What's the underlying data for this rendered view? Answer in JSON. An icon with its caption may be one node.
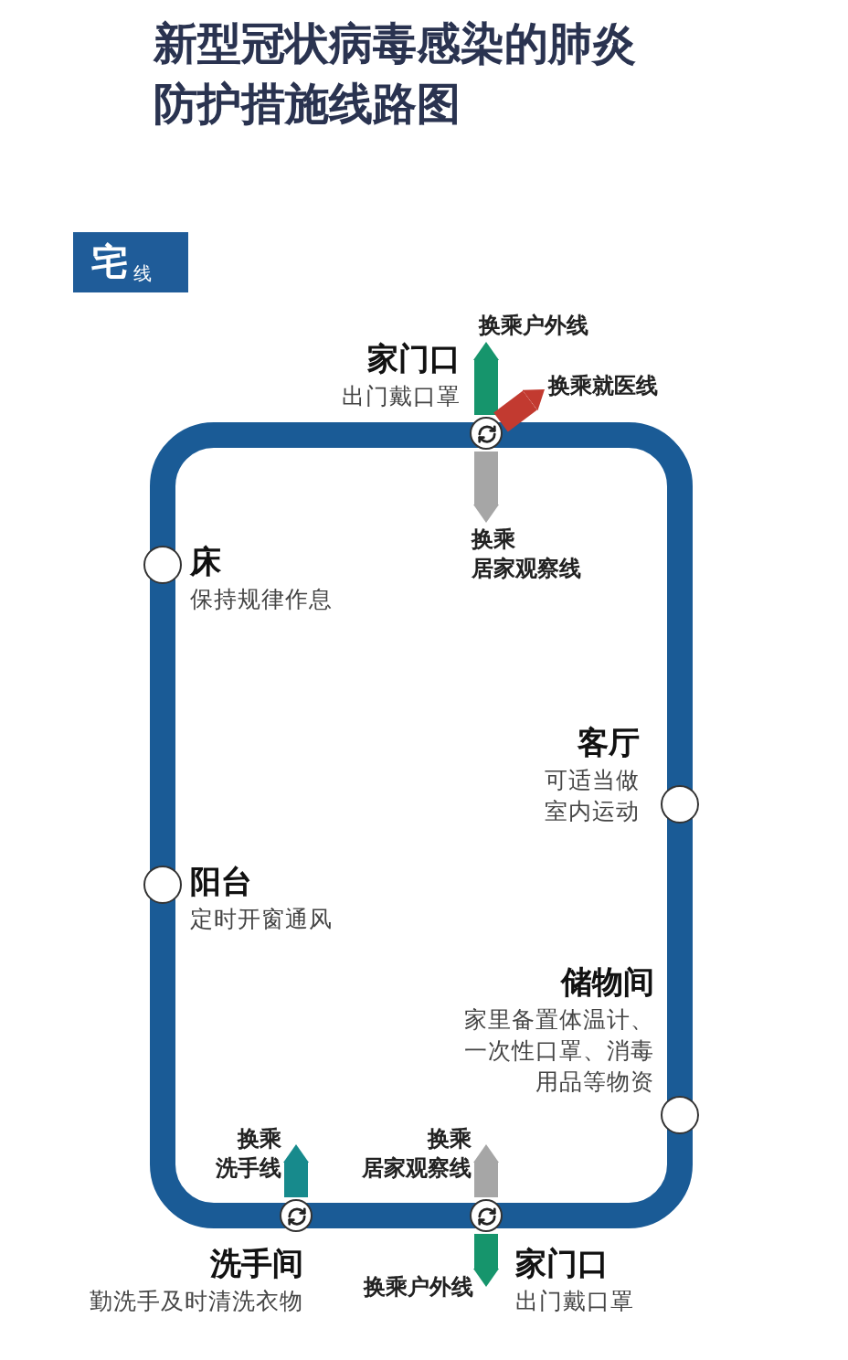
{
  "diagram": {
    "title": "新型冠状病毒感染的肺炎防护措施线路图",
    "nodes": [
      {
        "text": [
          "宅$_{线}$"
        ]
      },
      {
        "text": [],
        "shape": "circle"
      },
      {
        "text": [
          "家门口",
          "出门戴口罩"
        ]
      },
      {
        "text": [
          "换乘户外线"
        ]
      },
      {
        "text": [
          "换乘就医线"
        ]
      },
      {
        "text": [
          "换乘",
          "居家观察线"
        ]
      },
      {
        "text": [
          "床",
          "保持规律作息"
        ]
      },
      {
        "text": [
          "客厅",
          "可适当做室内运动"
        ]
      },
      {
        "text": [
          "阳台",
          "定时开窗通风"
        ]
      },
      {
        "text": [
          "储物间",
          "家里备置体温计、一次性口罩、消毒用品等物资"
        ]
      },
      {
        "text": [
          "换乘",
          "洗手线"
        ]
      },
      {
        "text": [
          "换乘",
          "居家观察线"
        ]
      },
      {
        "text": [],
        "shape": "circle"
      },
      {
        "text": [],
        "shape": "circle"
      },
      {
        "text": [
          "洗手间",
          "勤洗手及时清洗衣物"
        ]
      },
      {
        "text": [
          "换乘户外线"
        ]
      },
      {
        "text": [
          "家门口",
          "出门戴口罩"
        ]
      }
    ],
    "edges": [
      {
        "from": 1,
        "to": 3,
        "arrow": "to",
        "color": "#16956c"
      },
      {
        "from": 1,
        "to": 4,
        "arrow": "to",
        "color": "#c23a30"
      },
      {
        "from": 1,
        "to": 5,
        "arrow": "to",
        "color": "#a6a6a6"
      },
      {
        "from": 12,
        "to": 10,
        "arrow": "to",
        "color": "#178a8c"
      },
      {
        "from": 13,
        "to": 11,
        "arrow": "to",
        "color": "#a6a6a6"
      },
      {
        "from": 13,
        "to": 15,
        "arrow": "to",
        "color": "#16956c"
      }
    ]
  }
}
